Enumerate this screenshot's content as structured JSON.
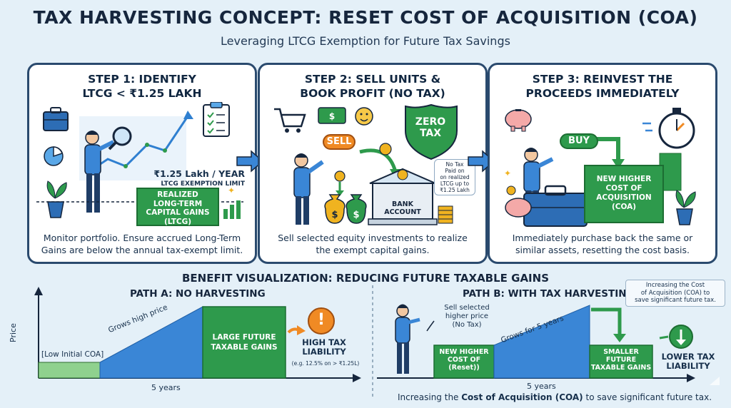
{
  "header": {
    "title": "TAX HARVESTING CONCEPT: RESET COST OF ACQUISITION (COA)",
    "subtitle": "Leveraging LTCG Exemption for Future Tax Savings"
  },
  "step1": {
    "title_line1": "STEP 1: IDENTIFY",
    "title_line2": "LTCG < ₹1.25 LAKH",
    "limit_amount": "₹1.25 Lakh / YEAR",
    "limit_label": "LTCG EXEMPTION LIMIT",
    "box_line1": "REALIZED",
    "box_line2": "LONG-TERM",
    "box_line3": "CAPITAL GAINS",
    "box_line4": "(LTCG)",
    "desc_line1": "Monitor portfolio. Ensure accrued Long-Term",
    "desc_line2": "Gains are below the annual tax-exempt limit."
  },
  "step2": {
    "title_line1": "STEP 2: SELL UNITS &",
    "title_line2": "BOOK PROFIT (NO TAX)",
    "sell_label": "SELL",
    "badge_line1": "ZERO",
    "badge_line2": "TAX",
    "bank_line1": "BANK",
    "bank_line2": "ACCOUNT",
    "note_line1": "No Tax",
    "note_line2": "Paid on",
    "note_line3": "on realized",
    "note_line4": "LTCG up to",
    "note_line5": "₹1.25 Lakh",
    "desc_line1": "Sell selected equity investments to realize",
    "desc_line2": "the exempt capital gains."
  },
  "step3": {
    "title_line1": "STEP 3: REINVEST THE",
    "title_line2": "PROCEEDS IMMEDIATELY",
    "buy_label": "BUY",
    "box_line1": "NEW HIGHER",
    "box_line2": "COST OF",
    "box_line3": "ACQUISITION",
    "box_line4": "(COA)",
    "desc_line1": "Immediately purchase back the same or",
    "desc_line2": "similar assets, resetting the cost basis."
  },
  "benefit": {
    "title": "BENEFIT VISUALIZATION: REDUCING FUTURE TAXABLE GAINS",
    "path_a": {
      "title": "PATH A: NO HARVESTING",
      "y_axis": "Price",
      "low_coa": "[Low Initial COA]",
      "grows": "Grows high price",
      "box_line1": "LARGE FUTURE",
      "box_line2": "TAXABLE GAINS",
      "liability_line1": "HIGH TAX",
      "liability_line2": "LIABILITY",
      "liability_note": "(e.g. 12.5% on > ₹1.25L)",
      "x_axis": "5 years",
      "alert": "!"
    },
    "path_b": {
      "title": "PATH B: WITH TAX HARVESTING",
      "sell_line1": "Sell selected",
      "sell_line2": "higher price",
      "sell_line3": "(No Tax)",
      "coa_line1": "NEW HIGHER",
      "coa_line2": "COST OF",
      "coa_line3": "(Reset))",
      "grows": "Grows for 5 years",
      "box_line1": "SMALLER",
      "box_line2": "FUTURE",
      "box_line3": "TAXABLE GAINS",
      "liability_line1": "LOWER TAX",
      "liability_line2": "LIABILITY",
      "x_axis": "5 years",
      "callout_line1": "Increasing the Cost",
      "callout_line2": "of Acquisition (COA) to",
      "callout_line3": "save significant future tax."
    },
    "footer_pre": "Increasing the ",
    "footer_bold": "Cost of Acquisition (COA)",
    "footer_post": " to save significant future tax."
  },
  "colors": {
    "navy": "#2a4a6e",
    "green": "#2e9a4c",
    "blue": "#3a86d6",
    "orange": "#f08a24",
    "background": "#e4f0f8"
  }
}
